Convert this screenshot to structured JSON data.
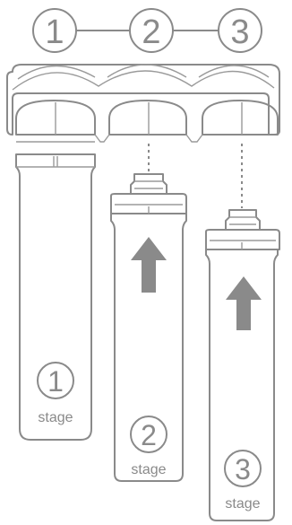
{
  "steps": [
    {
      "number": "1"
    },
    {
      "number": "2"
    },
    {
      "number": "3"
    }
  ],
  "cartridges": [
    {
      "number": "1",
      "label": "stage"
    },
    {
      "number": "2",
      "label": "stage"
    },
    {
      "number": "3",
      "label": "stage"
    }
  ],
  "colors": {
    "stroke": "#8a8a8a",
    "background": "#ffffff"
  },
  "icons": [
    "up-arrow-icon"
  ]
}
